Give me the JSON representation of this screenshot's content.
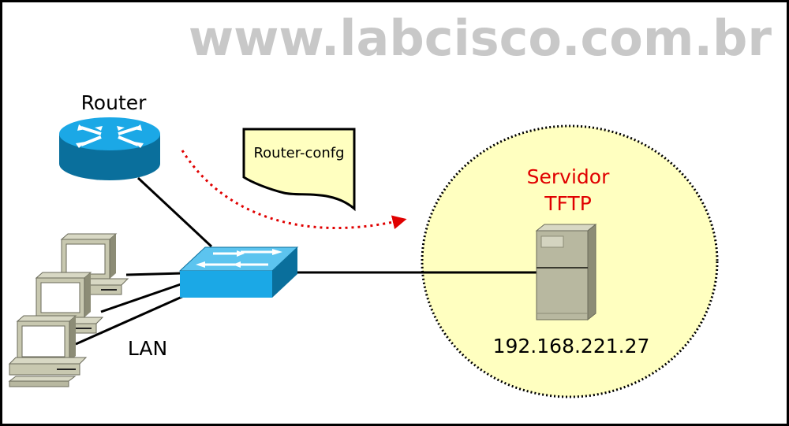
{
  "watermark": "www.labcisco.com.br",
  "router": {
    "label": "Router"
  },
  "config_file": {
    "label": "Router-confg"
  },
  "server": {
    "title_line1": "Servidor",
    "title_line2": "TFTP",
    "ip": "192.168.221.27"
  },
  "lan": {
    "label": "LAN"
  },
  "colors": {
    "device_blue": "#1ba8e6",
    "device_blue_dark": "#0a6f9c",
    "server_zone_fill": "#ffffc0",
    "document_fill": "#ffffc0",
    "arrow_red": "#e00000",
    "server_label_red": "#e00000",
    "server_body": "#b8b8a0",
    "pc_body": "#c8c8b0",
    "watermark_gray": "#c8c8c8"
  }
}
